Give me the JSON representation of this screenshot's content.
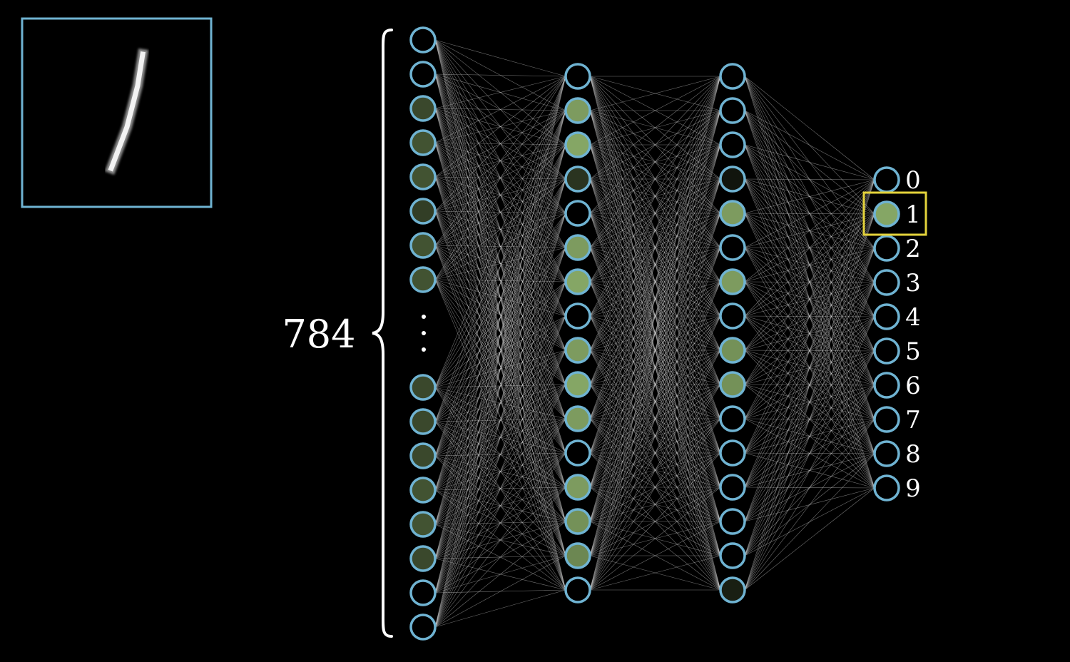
{
  "input_image": {
    "digit_glyph": "1",
    "description_icon": "handwritten-digit-one"
  },
  "input_layer": {
    "count_label": "784",
    "visible_top_activations": [
      0.0,
      0.0,
      0.35,
      0.4,
      0.4,
      0.3,
      0.4,
      0.4
    ],
    "visible_bottom_activations": [
      0.35,
      0.35,
      0.35,
      0.4,
      0.4,
      0.35,
      0.0,
      0.0
    ]
  },
  "hidden_layer_1": {
    "activations": [
      0.0,
      0.75,
      0.8,
      0.25,
      0.0,
      0.75,
      0.8,
      0.0,
      0.75,
      0.8,
      0.75,
      0.0,
      0.75,
      0.7,
      0.65,
      0.0
    ]
  },
  "hidden_layer_2": {
    "activations": [
      0.0,
      0.0,
      0.0,
      0.1,
      0.75,
      0.0,
      0.75,
      0.0,
      0.7,
      0.7,
      0.0,
      0.0,
      0.0,
      0.0,
      0.0,
      0.15
    ]
  },
  "output_layer": {
    "labels": [
      "0",
      "1",
      "2",
      "3",
      "4",
      "5",
      "6",
      "7",
      "8",
      "9"
    ],
    "activations": [
      0.0,
      0.8,
      0.0,
      0.0,
      0.0,
      0.0,
      0.0,
      0.0,
      0.0,
      0.0
    ],
    "highlighted_index": 1
  },
  "colors": {
    "background": "#000000",
    "node_stroke": "#6fb3d2",
    "node_fill_active": "#a6cf7e",
    "highlight_box": "#e4d33b",
    "edge": "#d8d8d8"
  }
}
